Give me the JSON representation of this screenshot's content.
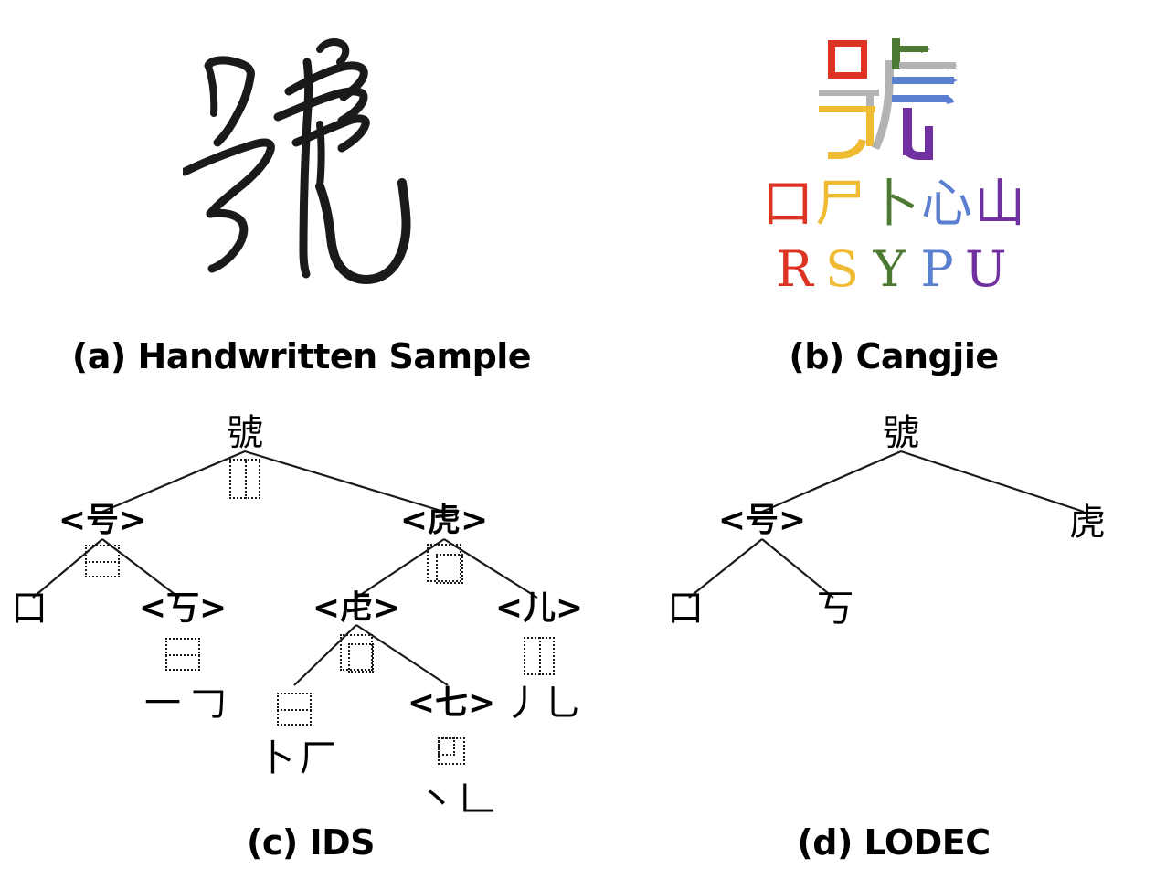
{
  "figure": {
    "character": "號",
    "panels": [
      {
        "key": "a",
        "caption": "(a) Handwritten Sample"
      },
      {
        "key": "b",
        "caption": "(b) Cangjie"
      },
      {
        "key": "c",
        "caption": "(c) IDS"
      },
      {
        "key": "d",
        "caption": "(d) LODEC"
      }
    ]
  },
  "panel_a": {
    "caption": "(a) Handwritten Sample",
    "character": "號",
    "style": "cursive handwritten ink",
    "ink_color": "#1a1a1a"
  },
  "panel_b": {
    "caption": "(b) Cangjie",
    "target_character": "號",
    "code": "RSYPU",
    "colors": {
      "red": "#DD3322",
      "gold": "#EFBB33",
      "green": "#4C7A32",
      "blue": "#5B7FD0",
      "purple": "#7030A0",
      "grey": "#B3B3B3"
    },
    "radicals": [
      {
        "glyph": "口",
        "letter": "R",
        "color": "#DD3322"
      },
      {
        "glyph": "尸",
        "letter": "S",
        "color": "#EFBB33"
      },
      {
        "glyph": "卜",
        "letter": "Y",
        "color": "#4C7A32"
      },
      {
        "glyph": "心",
        "letter": "P",
        "color": "#5B7FD0"
      },
      {
        "glyph": "山",
        "letter": "U",
        "color": "#7030A0"
      }
    ],
    "radicals_row": [
      "口",
      "尸",
      "卜",
      "心",
      "山"
    ],
    "letters_row": [
      "R",
      "S",
      "Y",
      "P",
      "U"
    ]
  },
  "panel_c": {
    "caption": "(c) IDS",
    "tree": {
      "root": {
        "label": "號",
        "idc": "⿰",
        "idc_kind": "left-right"
      },
      "nodes": [
        {
          "id": "n-root",
          "label": "號",
          "idc": "⿰",
          "idc_kind": "left-right"
        },
        {
          "id": "n-hao",
          "label": "<号>",
          "idc": "⿱",
          "idc_kind": "top-bottom"
        },
        {
          "id": "n-hu",
          "label": "<虎>",
          "idc": "⿸",
          "idc_kind": "upper-left-surround"
        },
        {
          "id": "n-kou",
          "label": "口",
          "idc": ""
        },
        {
          "id": "n-kao",
          "label": "<丂>",
          "idc": "⿱",
          "idc_kind": "top-bottom"
        },
        {
          "id": "n-hu2",
          "label": "<虍>",
          "idc": "⿸",
          "idc_kind": "upper-left-surround"
        },
        {
          "id": "n-er",
          "label": "<儿>",
          "idc": "⿰",
          "idc_kind": "left-right"
        },
        {
          "id": "n-yi",
          "label": "一",
          "idc": ""
        },
        {
          "id": "n-hook",
          "label": "𠃌",
          "idc": ""
        },
        {
          "id": "n-bupian",
          "label": "",
          "idc": "⿱",
          "idc_kind": "top-bottom"
        },
        {
          "id": "n-bu",
          "label": "卜",
          "idc": ""
        },
        {
          "id": "n-han",
          "label": "厂",
          "idc": ""
        },
        {
          "id": "n-qi",
          "label": "<七>",
          "idc": "⿻",
          "idc_kind": "overlaid"
        },
        {
          "id": "n-pie",
          "label": "丿",
          "idc": ""
        },
        {
          "id": "n-yin",
          "label": "乚",
          "idc": ""
        },
        {
          "id": "n-dian",
          "label": "丶",
          "idc": ""
        },
        {
          "id": "n-zhe",
          "label": "𠃊",
          "idc": ""
        }
      ]
    }
  },
  "panel_d": {
    "caption": "(d) LODEC",
    "tree": {
      "nodes": [
        {
          "id": "d-root",
          "label": "號"
        },
        {
          "id": "d-hao",
          "label": "<号>"
        },
        {
          "id": "d-hu",
          "label": "虎"
        },
        {
          "id": "d-kou",
          "label": "口"
        },
        {
          "id": "d-kao",
          "label": "丂"
        }
      ]
    }
  }
}
